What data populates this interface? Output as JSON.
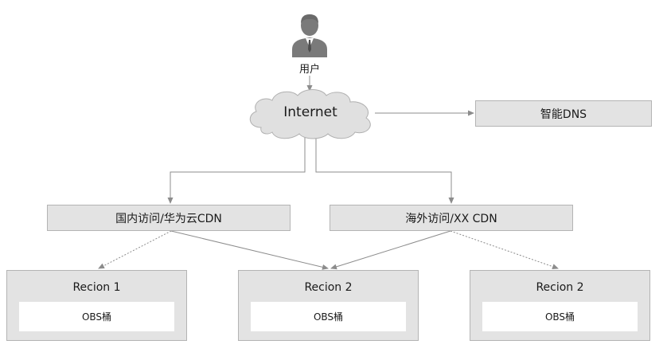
{
  "user": {
    "label": "用户",
    "icon": "user-icon"
  },
  "internet": {
    "label": "Internet",
    "icon": "cloud-icon"
  },
  "dns": {
    "label": "智能DNS"
  },
  "cdn": {
    "domestic": "国内访问/华为云CDN",
    "overseas": "海外访问/XX CDN"
  },
  "regions": [
    {
      "title": "Recion 1",
      "bucket": "OBS桶"
    },
    {
      "title": "Recion 2",
      "bucket": "OBS桶"
    },
    {
      "title": "Recion 2",
      "bucket": "OBS桶"
    }
  ],
  "colors": {
    "box_fill": "#e3e3e3",
    "box_border": "#b4b4b4",
    "connector": "#8c8c8c",
    "cloud_fill": "#e0e0e0",
    "user_icon": "#7a7a7a"
  }
}
